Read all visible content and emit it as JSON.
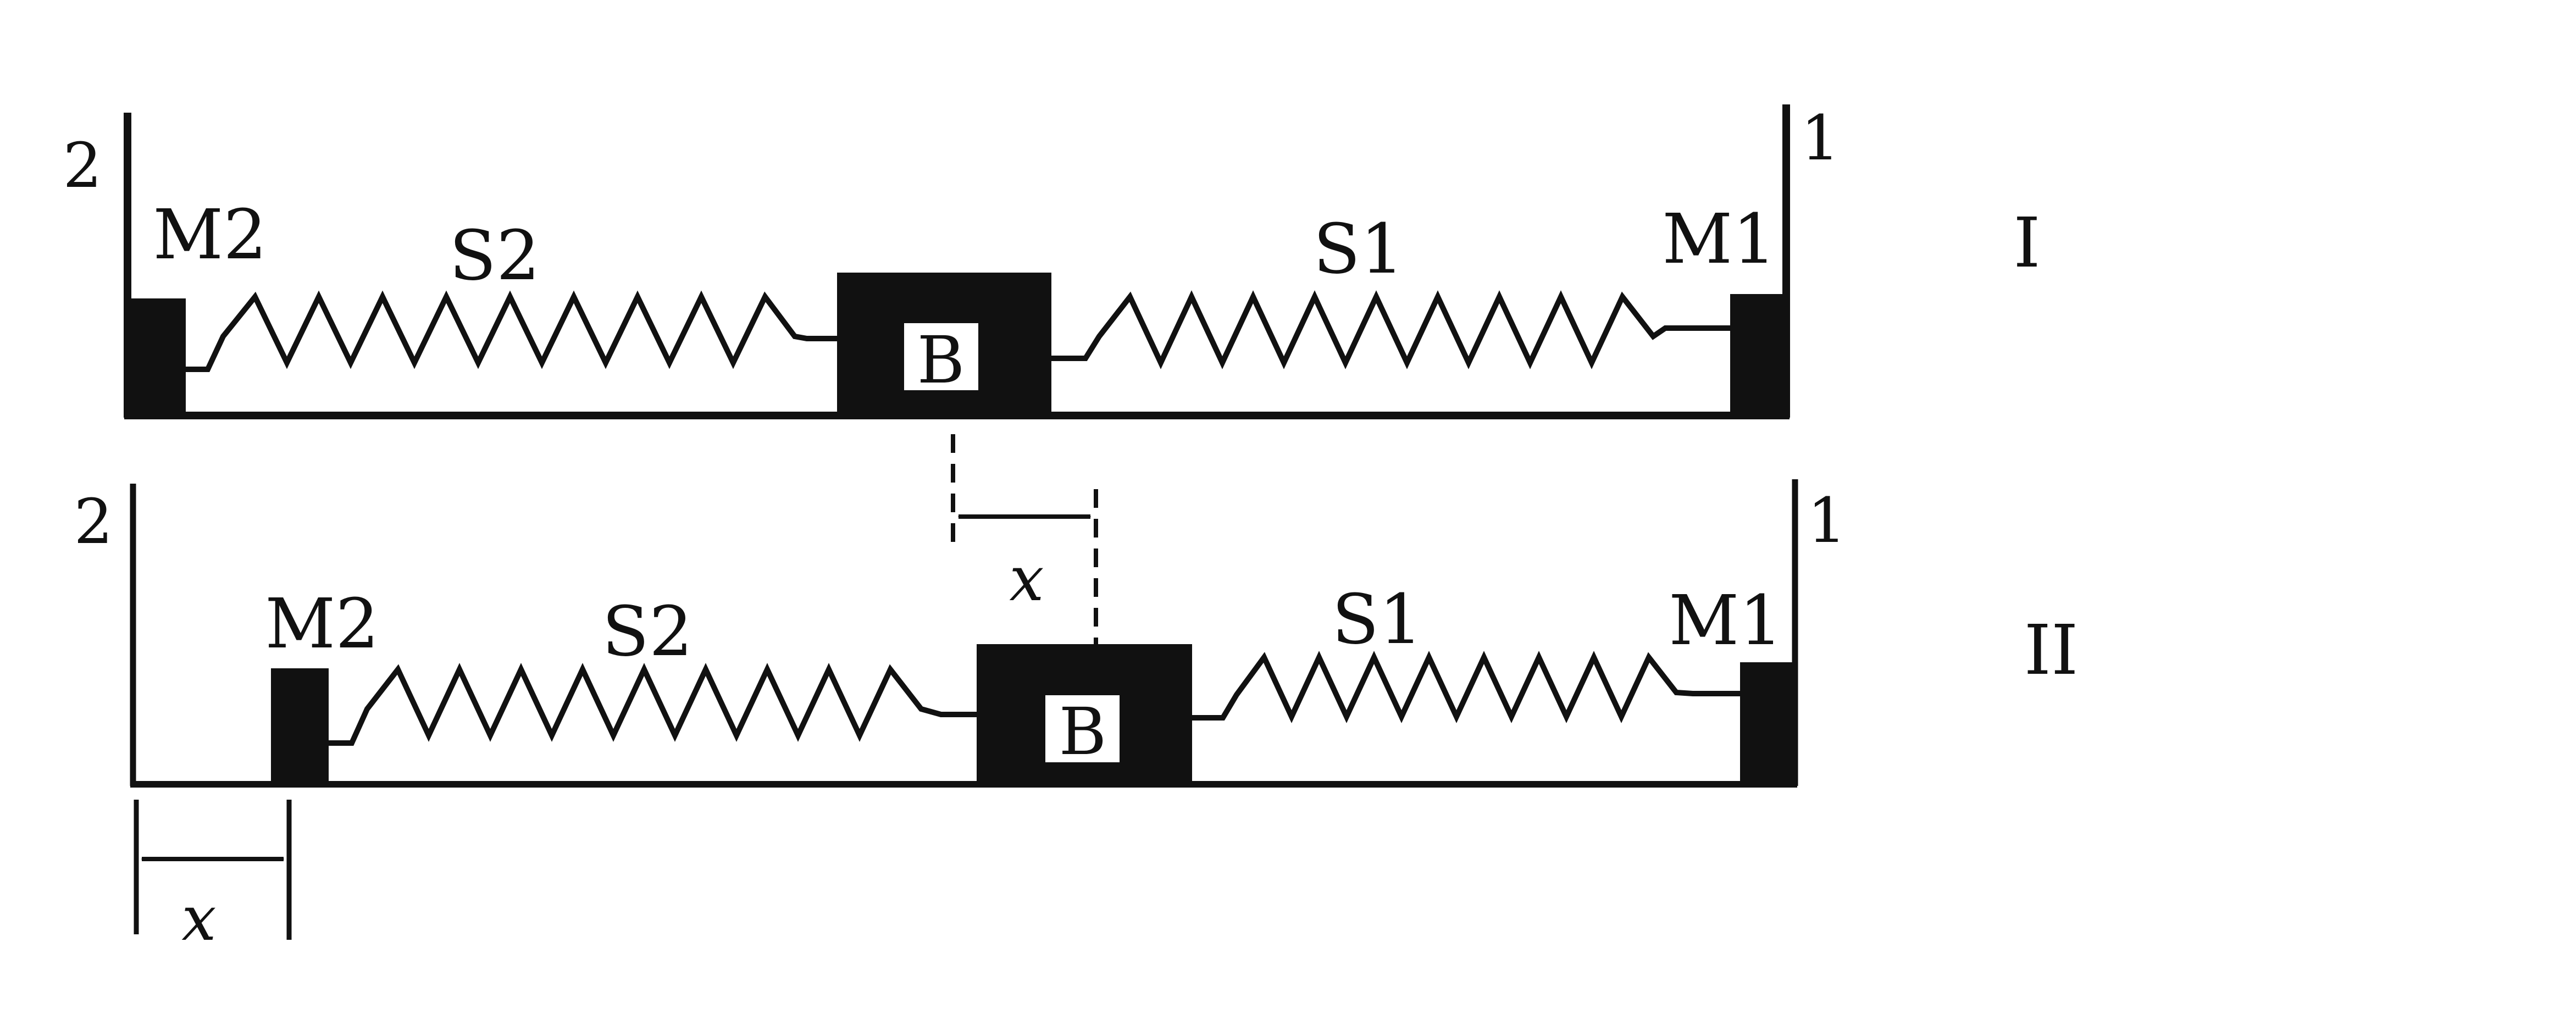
{
  "diagram": {
    "colors": {
      "ink": "#111111",
      "background": "#ffffff",
      "block_text_bg": "#ffffff"
    },
    "panel_I": {
      "label": "I",
      "left_wall": "2",
      "right_wall": "1",
      "mass_left": "M2",
      "mass_right": "M1",
      "spring_left": "S2",
      "spring_right": "S1",
      "block": "B"
    },
    "panel_II": {
      "label": "II",
      "left_wall": "2",
      "right_wall": "1",
      "mass_left": "M2",
      "mass_right": "M1",
      "spring_left": "S2",
      "spring_right": "S1",
      "block": "B",
      "block_displacement": "x",
      "mass_displacement": "x"
    }
  }
}
